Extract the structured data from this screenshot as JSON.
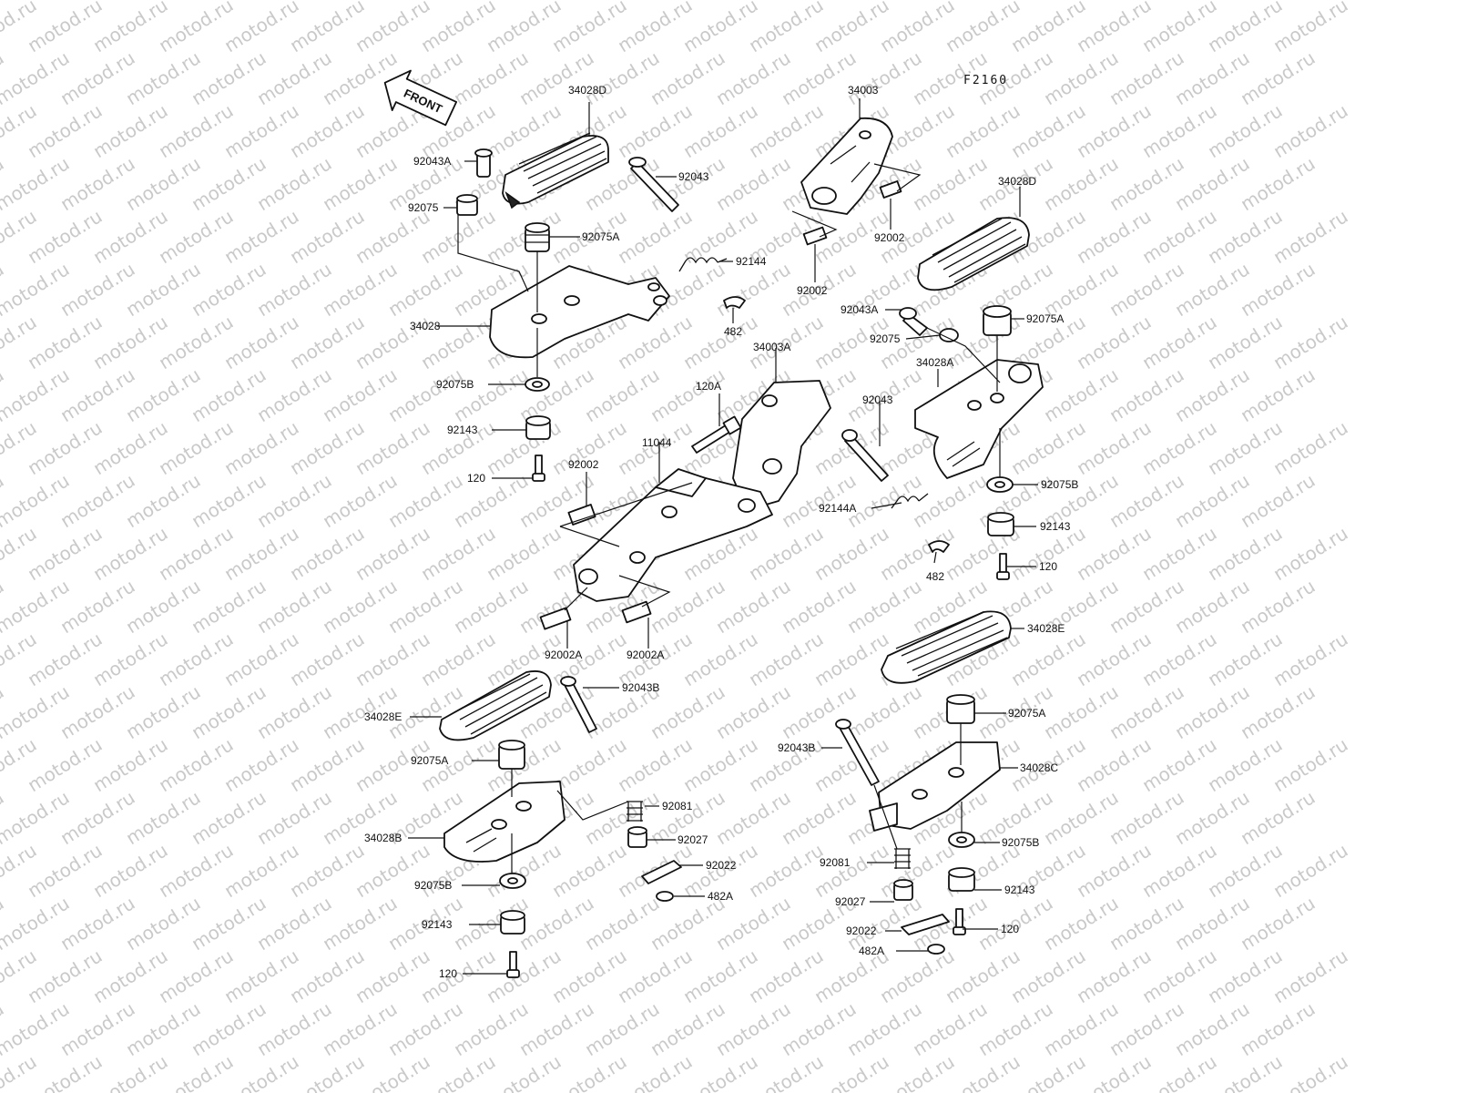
{
  "watermark": "motod.ru",
  "figure_code": "F2160",
  "front_label": "FRONT",
  "labels": {
    "p34028D_a": "34028D",
    "p34003": "34003",
    "p92043A_a": "92043A",
    "p92043_a": "92043",
    "p92075_a": "92075",
    "p92002_a": "92002",
    "p34028D_b": "34028D",
    "p92075A_a": "92075A",
    "p92144": "92144",
    "p92002_b": "92002",
    "p34028": "34028",
    "p482_a": "482",
    "p92043A_b": "92043A",
    "p92075A_b": "92075A",
    "p92075_b": "92075",
    "p34003A": "34003A",
    "p34028A": "34028A",
    "p92075B_a": "92075B",
    "p120A": "120A",
    "p92043_b": "92043",
    "p92143_a": "92143",
    "p11044": "11044",
    "p120_a": "120",
    "p92002_c": "92002",
    "p92075B_b": "92075B",
    "p92144A": "92144A",
    "p92143_b": "92143",
    "p120_b": "120",
    "p482_b": "482",
    "p92002A_a": "92002A",
    "p92002A_b": "92002A",
    "p34028E_a": "34028E",
    "p92043B_a": "92043B",
    "p34028E_b": "34028E",
    "p92075A_c": "92075A",
    "p92075A_d": "92075A",
    "p92043B_b": "92043B",
    "p34028C": "34028C",
    "p92081_a": "92081",
    "p34028B": "34028B",
    "p92027_a": "92027",
    "p92075B_c": "92075B",
    "p92022_a": "92022",
    "p92081_b": "92081",
    "p92075B_d": "92075B",
    "p482A_a": "482A",
    "p92143_c": "92143",
    "p92143_d": "92143",
    "p92027_b": "92027",
    "p92022_b": "92022",
    "p120_c": "120",
    "p120_d": "120",
    "p482A_b": "482A"
  }
}
